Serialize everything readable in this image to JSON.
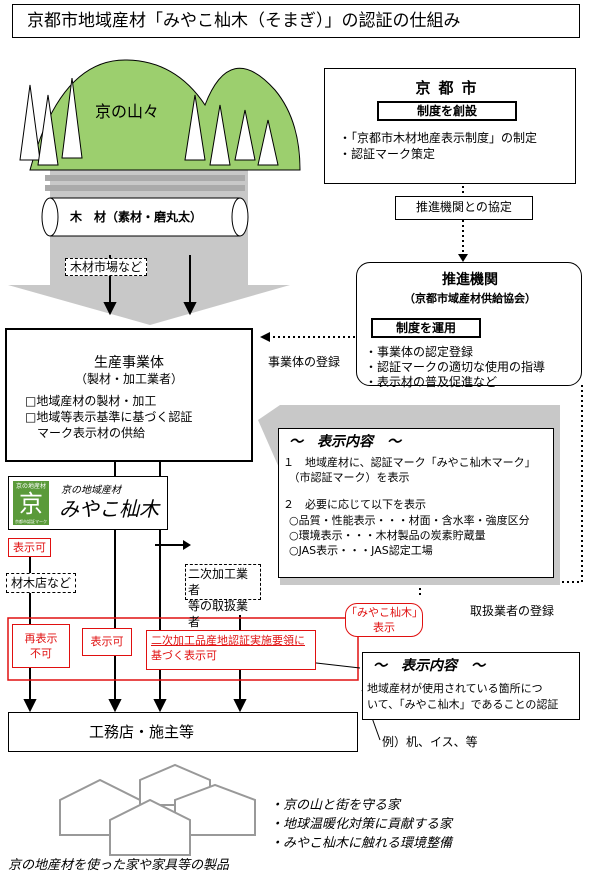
{
  "title": "京都市地域産材「みやこ杣木（そまぎ）」の認証の仕組み",
  "mountain": {
    "label": "京の山々"
  },
  "timber": {
    "label": "木　材（素材・磨丸太）"
  },
  "market": {
    "label": "木材市場など"
  },
  "city": {
    "name": "京都市",
    "badge": "制度を創設",
    "items": [
      "・「京都市木材地産表示制度」の制定",
      "・認証マーク策定"
    ]
  },
  "agreement": {
    "label": "推進機関との協定"
  },
  "agency": {
    "name": "推進機関",
    "sub": "（京都市域産材供給協会）",
    "badge": "制度を運用",
    "items": [
      "・事業体の認定登録",
      "・認証マークの適切な使用の指導",
      "・表示材の普及促進など"
    ]
  },
  "registration": {
    "label": "事業体の登録"
  },
  "producer": {
    "name": "生産事業体",
    "sub": "（製材・加工業者）",
    "items": [
      "□地域産材の製材・加工",
      "□地域等表示基準に基づく認証",
      "　マーク表示材の供給"
    ]
  },
  "content1": {
    "heading": "～　表示内容　～",
    "lines": [
      "１　地域産材に、認証マーク「みやこ杣木マーク」",
      "　（市認証マーク）を表示",
      "２　必要に応じて以下を表示",
      "○品質・性能表示・・・材面・含水率・強度区分",
      "○環境表示・・・木材製品の炭素貯蔵量",
      "○JAS表示・・・JAS認定工場"
    ]
  },
  "logo": {
    "kanji": "京",
    "small_top": "京の地産材",
    "top": "京の地域産材",
    "main": "みやこ杣木",
    "small_bottom": "京都市認証マーク"
  },
  "display_ok_top": "表示可",
  "lumber_store": "材木店など",
  "secondary": [
    "二次加工業者",
    "等の取扱業者"
  ],
  "handler_registration": "取扱業者の登録",
  "red_callout": [
    "「みやこ杣木」",
    "表示"
  ],
  "red_boxes": {
    "no_redisplay": [
      "再表示",
      "不可"
    ],
    "display_ok": "表示可",
    "secondary_ok": [
      "二次加工品産地認証実施要領に",
      "基づく表示可"
    ]
  },
  "content2": {
    "heading": "～　表示内容　～",
    "lines": [
      "地域産材が使用されている箇所につ",
      "いて、「みやこ杣木」であることの認証"
    ]
  },
  "example": "例）机、イス、等",
  "builders": "工務店・施主等",
  "benefits": [
    "・京の山と街を守る家",
    "・地球温暖化対策に貢献する家",
    "・みやこ杣木に触れる環境整備"
  ],
  "caption": "京の地産材を使った家や家具等の製品",
  "colors": {
    "mountain_green": "#9ccf6e",
    "gray": "#c8c8c8",
    "red": "#e01010"
  }
}
